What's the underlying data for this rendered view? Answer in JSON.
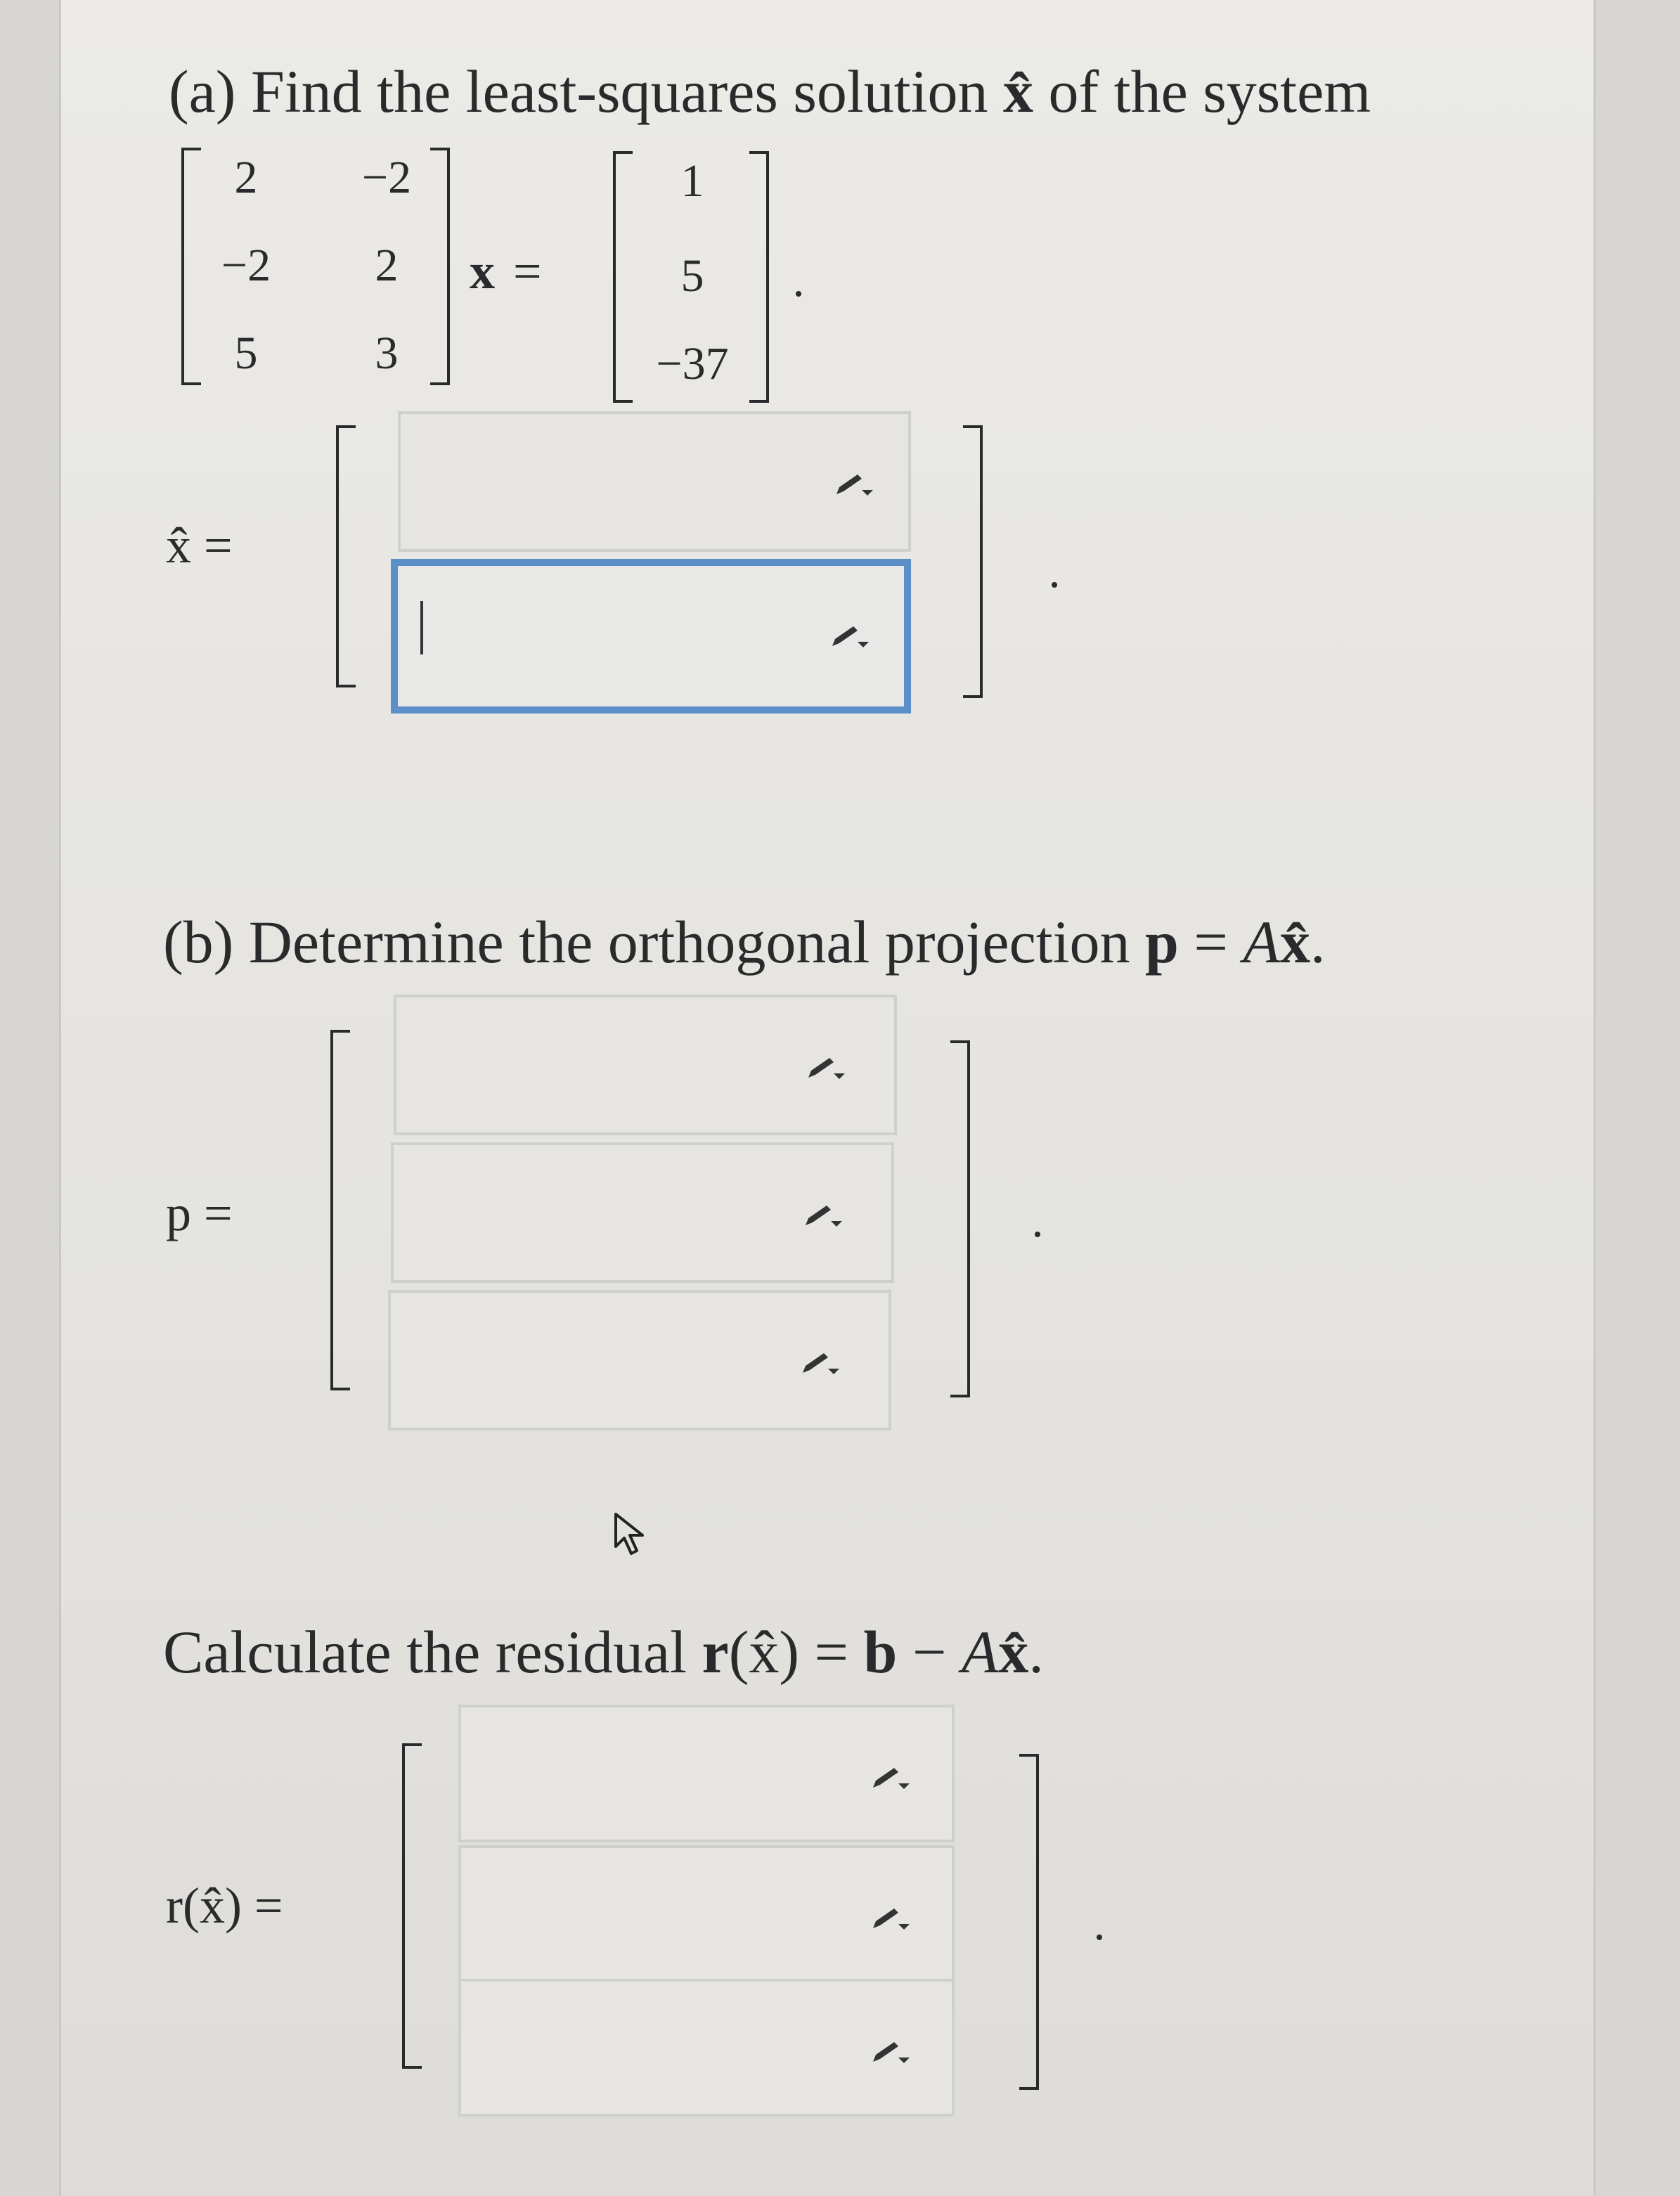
{
  "part_a": {
    "prompt_prefix": "(a) Find the least-squares solution ",
    "xhat_symbol": "x̂",
    "prompt_suffix": " of the system",
    "matrix_A": [
      [
        "2",
        "−2"
      ],
      [
        "−2",
        "2"
      ],
      [
        "5",
        "3"
      ]
    ],
    "x_symbol": "x",
    "equals": "=",
    "vector_b": [
      "1",
      "5",
      "−37"
    ],
    "answer_label": "x̂ =",
    "answers": [
      "",
      ""
    ]
  },
  "part_b": {
    "prompt_prefix": "(b) Determine the orthogonal projection ",
    "p_symbol": "p",
    "prompt_middle": " = ",
    "A_symbol": "A",
    "xhat_symbol": "x̂",
    "prompt_end": ".",
    "answer_label": "p =",
    "answers": [
      "",
      "",
      ""
    ]
  },
  "part_c": {
    "prompt_prefix": "Calculate the residual ",
    "r_symbol": "r",
    "r_arg": "(x̂)",
    "eq": " = ",
    "b_symbol": "b",
    "minus": " − ",
    "A_symbol": "A",
    "xhat_symbol": "x̂",
    "prompt_end": ".",
    "answer_label": "r(x̂) =",
    "answers": [
      "",
      "",
      ""
    ]
  },
  "icons": {
    "edit": "pencil-icon",
    "cursor": "mouse-pointer-icon"
  },
  "colors": {
    "focus_border": "#5b8fc7",
    "box_border": "#cfcfcd",
    "text": "#2a2a2c"
  }
}
